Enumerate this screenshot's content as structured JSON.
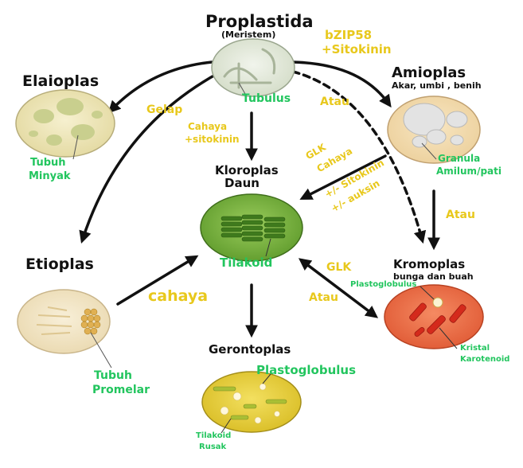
{
  "nodes": {
    "proplastida": {
      "title": "Proplastida",
      "subtitle": "(Meristem)",
      "part": "Tubulus"
    },
    "elaioplas": {
      "title": "Elaioplas",
      "part_line1": "Tubuh",
      "part_line2": "Minyak"
    },
    "amioplas": {
      "title": "Amioplas",
      "subtitle": "Akar, umbi , benih",
      "part_line1": "Granula",
      "part_line2": "Amilum/pati"
    },
    "kloroplas": {
      "title_line1": "Kloroplas",
      "title_line2": "Daun",
      "part": "Tilakoid"
    },
    "etioplas": {
      "title": "Etioplas",
      "part_line1": "Tubuh",
      "part_line2": "Promelar"
    },
    "kromoplas": {
      "title": "Kromoplas",
      "subtitle": "bunga dan buah",
      "part_a": "Plastoglobulus",
      "part_b_line1": "Kristal",
      "part_b_line2": "Karotenoid"
    },
    "gerontoplas": {
      "title": "Gerontoplas",
      "part_a": "Plastoglobulus",
      "part_b_line1": "Tilakoid",
      "part_b_line2": "Rusak"
    }
  },
  "conditions": {
    "bzip_line1": "bZIP58",
    "bzip_line2": "+Sitokinin",
    "gelap": "Gelap",
    "cahaya_sito_line1": "Cahaya",
    "cahaya_sito_line2": "+sitokinin",
    "atau_top": "Atau",
    "glk_diag_line1": "GLK",
    "glk_diag_line2": "Cahaya",
    "sito_auksin_line1": "+/- Sitokinin",
    "sito_auksin_line2": "+/- auksin",
    "atau_right": "Atau",
    "cahaya": "cahaya",
    "glk": "GLK",
    "atau_bottom": "Atau"
  },
  "colors": {
    "arrow": "#111111",
    "condition_text": "#e8c81c",
    "part_text": "#22c55e",
    "proplastid": "#e3ead9",
    "elaioplast": "#ede5b8",
    "amyloplast": "#f2dcb2",
    "chloroplast": "#7bb341",
    "etioplast": "#f3e6c6",
    "chromoplast": "#ee7350",
    "gerontoplast": "#e7d040"
  }
}
